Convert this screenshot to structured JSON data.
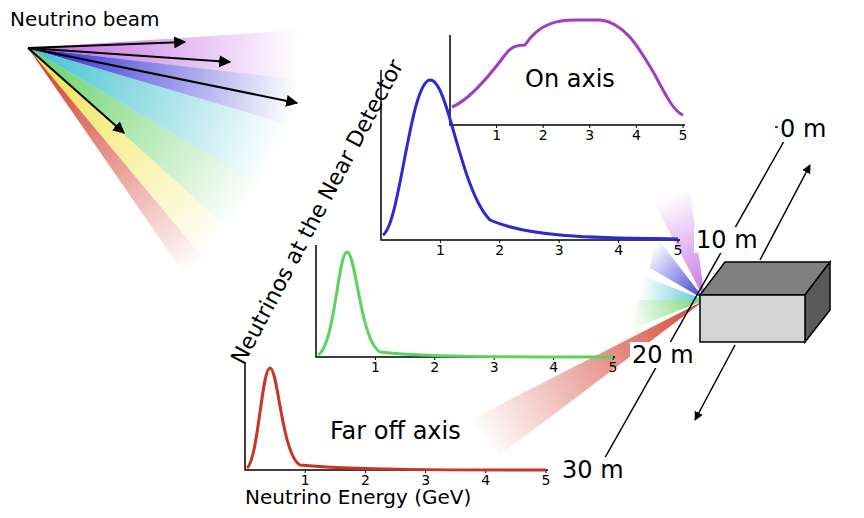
{
  "diagram": {
    "labels": [
      "Neutrino beam",
      "On axis",
      "1",
      "2",
      "3",
      "4",
      "5",
      "Neutrinos  at the Near Detector",
      "1",
      "2",
      "3",
      "4",
      "5",
      "1",
      "2",
      "3",
      "4",
      "5",
      "Far off axis",
      "1",
      "2",
      "3",
      "4",
      "5",
      "Neutrino Energy (GeV)",
      "0 m",
      "10 m",
      "20 m",
      "30 m"
    ]
  }
}
